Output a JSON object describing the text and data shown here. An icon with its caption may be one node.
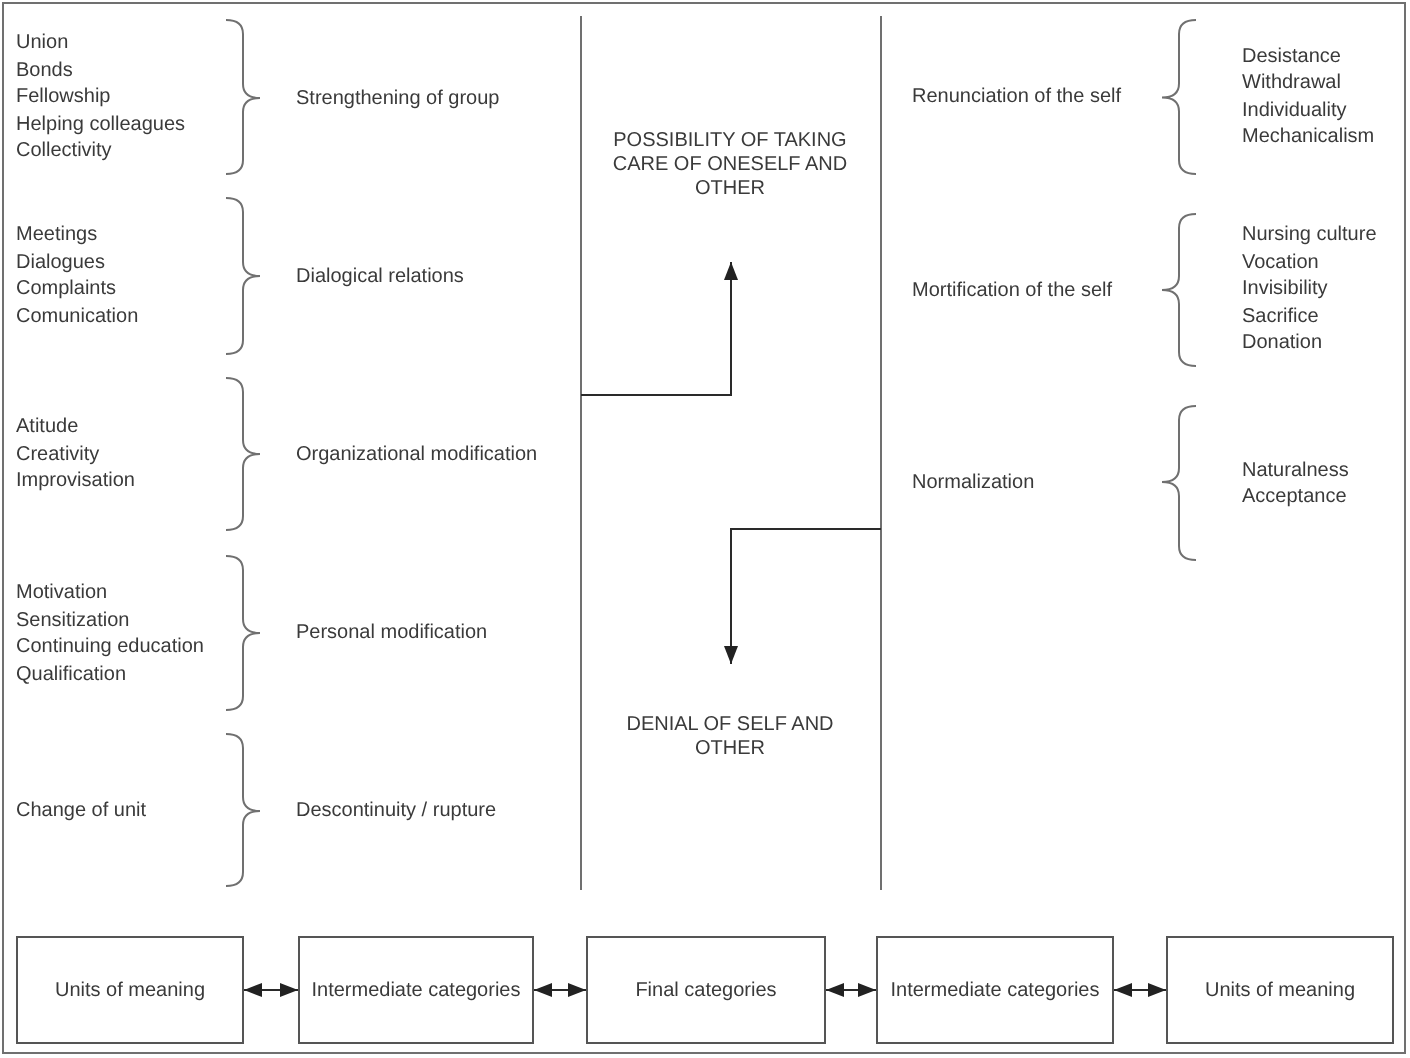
{
  "diagram": {
    "nodes": [
      {
        "text": [
          "POSSIBILITY OF TAKING CARE OF ONESELF AND OTHER"
        ]
      },
      {
        "text": [
          "DENIAL OF SELF AND OTHER"
        ]
      },
      {
        "text": [
          "Units of meaning"
        ]
      },
      {
        "text": [
          "Intermediate categories"
        ]
      },
      {
        "text": [
          "Final categories"
        ]
      },
      {
        "text": [
          "Intermediate categories"
        ]
      },
      {
        "text": [
          "Units of meaning"
        ]
      }
    ],
    "edges": [
      {
        "from": null,
        "to": 0,
        "arrow": "to"
      },
      {
        "from": null,
        "to": 1,
        "arrow": "to"
      },
      {
        "from": 2,
        "to": 3,
        "arrow": "both"
      },
      {
        "from": 3,
        "to": 4,
        "arrow": "both"
      },
      {
        "from": 4,
        "to": 5,
        "arrow": "both"
      },
      {
        "from": 5,
        "to": 6,
        "arrow": "both"
      }
    ],
    "labels": [
      "Union",
      "Bonds",
      "Fellowship",
      "Helping colleagues",
      "Collectivity",
      "Strengthening of group",
      "Meetings",
      "Dialogues",
      "Complaints",
      "Comunication",
      "Dialogical relations",
      "Atitude",
      "Creativity",
      "Improvisation",
      "Organizational modification",
      "Motivation",
      "Sensitization",
      "Continuing education",
      "Qualification",
      "Personal modification",
      "Change of unit",
      "Descontinuity / rupture",
      "Renunciation of the self",
      "Desistance",
      "Withdrawal",
      "Individuality",
      "Mechanicalism",
      "Mortification of the self",
      "Nursing culture",
      "Vocation",
      "Invisibility",
      "Sacrifice",
      "Donation",
      "Normalization",
      "Naturalness",
      "Acceptance"
    ]
  }
}
